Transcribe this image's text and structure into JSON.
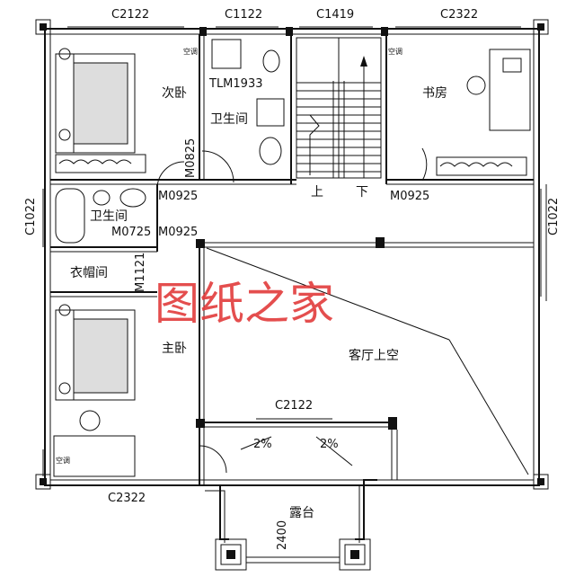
{
  "window_codes": {
    "c2122_top": "C2122",
    "c1122_top": "C1122",
    "c1419_top": "C1419",
    "c2322_top": "C2322",
    "c2322_bottom": "C2322",
    "c2122_mid": "C2122",
    "c1022_left": "C1022",
    "c1022_right": "C1022",
    "tlm1933": "TLM1933"
  },
  "door_codes": {
    "m0825": "M0825",
    "m0925_a": "M0925",
    "m0925_b": "M0925",
    "m0925_c": "M0925",
    "m0725": "M0725",
    "m1121": "M1121"
  },
  "rooms": {
    "secondary_bedroom": "次卧",
    "bathroom_top": "卫生间",
    "study": "书房",
    "bathroom_left": "卫生间",
    "closet": "衣帽间",
    "master_bedroom": "主卧",
    "living_void": "客厅上空",
    "terrace": "露台"
  },
  "stairs": {
    "up": "上",
    "down": "下"
  },
  "annotations": {
    "slope_left": "2%",
    "slope_right": "2%",
    "terrace_dim": "2400",
    "ac_1": "空调",
    "ac_2": "空调",
    "ac_3": "空调"
  },
  "watermark": "图纸之家"
}
